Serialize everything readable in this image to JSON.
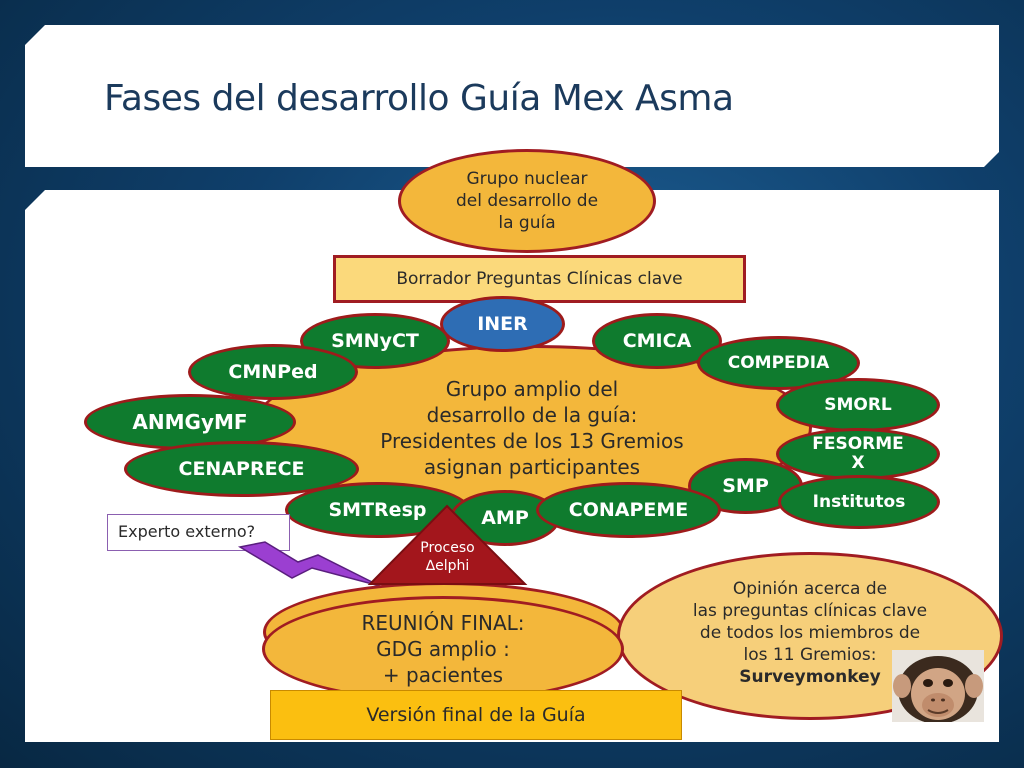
{
  "title": "Fases del desarrollo Guía Mex Asma",
  "grupo_nuclear": [
    "Grupo nuclear",
    "del desarrollo de",
    "la guía"
  ],
  "borrador": "Borrador Preguntas Clínicas clave",
  "grupo_amplio": [
    "Grupo amplio del",
    "desarrollo de la guía:",
    "Presidentes de los 13 Gremios",
    "asignan participantes"
  ],
  "gremios": {
    "iner": "INER",
    "smnyct": "SMNyCT",
    "cmica": "CMICA",
    "cmnped": "CMNPed",
    "compedia": "COMPEDIA",
    "anmgymf": "ANMGyMF",
    "smorl": "SMORL",
    "fesormex_1": "FESORME",
    "fesormex_2": "X",
    "cenaprece": "CENAPRECE",
    "smp": "SMP",
    "institutos": "Institutos",
    "smtresp": "SMTResp",
    "amp": "AMP",
    "conapeme": "CONAPEME"
  },
  "experto": "Experto externo?",
  "proceso": [
    "Proceso",
    "∆elphi"
  ],
  "reunion": [
    "REUNIÓN FINAL:",
    "GDG amplio :",
    "+ pacientes"
  ],
  "version_final": "Versión final de la Guía",
  "opinion": [
    "Opinión acerca de",
    "las preguntas clínicas clave",
    "de todos los miembros de",
    "los 11 Gremios:"
  ],
  "opinion_bold": "Surveymonkey",
  "colors": {
    "background": "#0f3f6b",
    "green": "#0f7b2e",
    "gold": "#f3b73b",
    "dark_red": "#a01c22",
    "blue": "#2e6db4",
    "lightning": "#9b3fd1",
    "title_text": "#1b3a5c"
  }
}
